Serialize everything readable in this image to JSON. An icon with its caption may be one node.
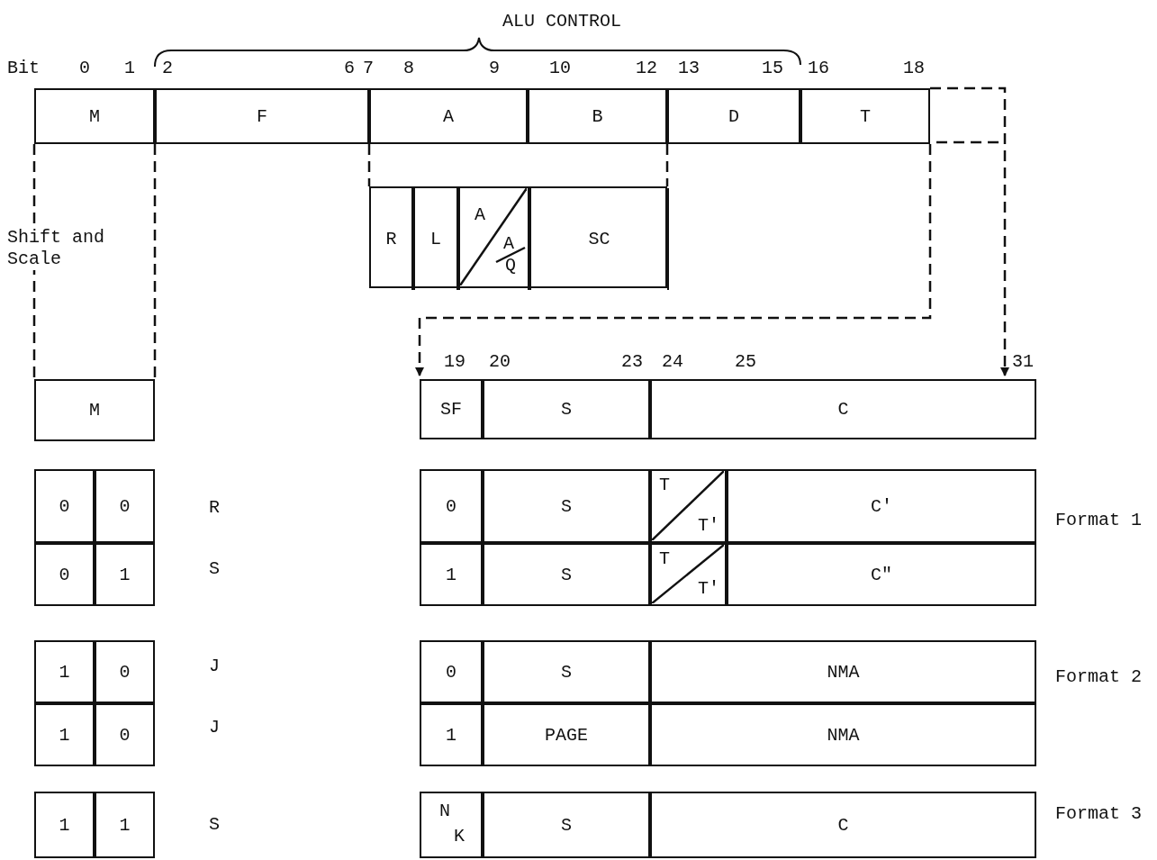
{
  "diagram": {
    "nodes": [
      {
        "text": [
          "M"
        ]
      },
      {
        "text": [
          "F"
        ]
      },
      {
        "text": [
          "A"
        ]
      },
      {
        "text": [
          "B"
        ]
      },
      {
        "text": [
          "D"
        ]
      },
      {
        "text": [
          "T"
        ]
      },
      {
        "text": [],
        "shape": "box"
      },
      {
        "text": [
          "R"
        ],
        "in": 6
      },
      {
        "text": [
          "L"
        ],
        "in": 6
      },
      {
        "text": [
          "A",
          "A",
          "Q"
        ],
        "in": 6
      },
      {
        "text": [
          "SC"
        ],
        "in": 6
      },
      {
        "text": [
          "M"
        ]
      },
      {
        "text": [
          "SF"
        ]
      },
      {
        "text": [
          "S"
        ]
      },
      {
        "text": [
          "C"
        ]
      },
      {
        "text": [
          "0"
        ]
      },
      {
        "text": [
          "0"
        ]
      },
      {
        "text": [
          "0"
        ]
      },
      {
        "text": [
          "S"
        ]
      },
      {
        "text": [
          "T",
          "T'"
        ]
      },
      {
        "text": [
          "C'"
        ]
      },
      {
        "text": [
          "0"
        ]
      },
      {
        "text": [
          "1"
        ]
      },
      {
        "text": [
          "1"
        ]
      },
      {
        "text": [
          "S"
        ]
      },
      {
        "text": [
          "T",
          "T'"
        ]
      },
      {
        "text": [
          "C\""
        ]
      },
      {
        "text": [
          "1"
        ]
      },
      {
        "text": [
          "0"
        ]
      },
      {
        "text": [
          "0"
        ]
      },
      {
        "text": [
          "S"
        ]
      },
      {
        "text": [
          "NMA"
        ]
      },
      {
        "text": [
          "1"
        ]
      },
      {
        "text": [
          "0"
        ]
      },
      {
        "text": [
          "1"
        ]
      },
      {
        "text": [
          "PAGE"
        ]
      },
      {
        "text": [
          "NMA"
        ]
      },
      {
        "text": [
          "1"
        ]
      },
      {
        "text": [
          "1"
        ]
      },
      {
        "text": [
          "N",
          "K"
        ]
      },
      {
        "text": [
          "S"
        ]
      },
      {
        "text": [
          "C"
        ]
      }
    ],
    "edges": [
      {
        "from": 0,
        "to": 11,
        "arrow": "none",
        "style": "dashed"
      },
      {
        "from": 0,
        "to": 11,
        "arrow": "none",
        "style": "dashed"
      },
      {
        "from": 2,
        "to": 6,
        "arrow": "none",
        "style": "dashed"
      },
      {
        "from": 3,
        "to": 6,
        "arrow": "none",
        "style": "dashed"
      },
      {
        "from": 5,
        "to": 14,
        "arrow": "to",
        "style": "dashed"
      },
      {
        "from": 5,
        "to": 12,
        "arrow": "to",
        "style": "dashed"
      }
    ],
    "labels": [
      "ALU CONTROL",
      "Bit",
      "0",
      "1",
      "2",
      "6",
      "7",
      "8",
      "9",
      "10",
      "12",
      "13",
      "15",
      "16",
      "18",
      "Shift and Scale",
      "19",
      "20",
      "23",
      "24",
      "25",
      "31",
      "R",
      "Format 1",
      "S",
      "J",
      "Format 2",
      "J",
      "S",
      "Format 3"
    ]
  }
}
